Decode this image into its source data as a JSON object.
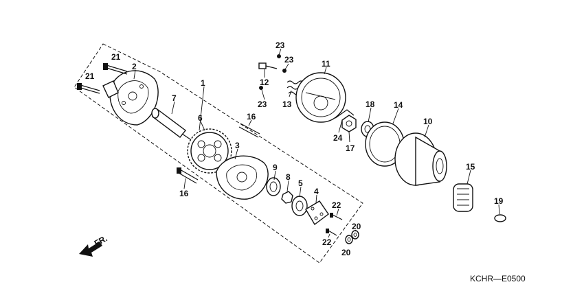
{
  "diagram": {
    "drawing_code": "KCHR—E0500",
    "direction_label": "FR.",
    "callouts": {
      "p1": "1",
      "p2": "2",
      "p3": "3",
      "p4": "4",
      "p5": "5",
      "p6": "6",
      "p7": "7",
      "p8": "8",
      "p9": "9",
      "p10": "10",
      "p11": "11",
      "p12": "12",
      "p13": "13",
      "p14": "14",
      "p15": "15",
      "p16a": "16",
      "p16b": "16",
      "p17": "17",
      "p18": "18",
      "p19": "19",
      "p20a": "20",
      "p20b": "20",
      "p21a": "21",
      "p21b": "21",
      "p22a": "22",
      "p22b": "22",
      "p23a": "23",
      "p23b": "23",
      "p23c": "23",
      "p24": "24"
    }
  }
}
